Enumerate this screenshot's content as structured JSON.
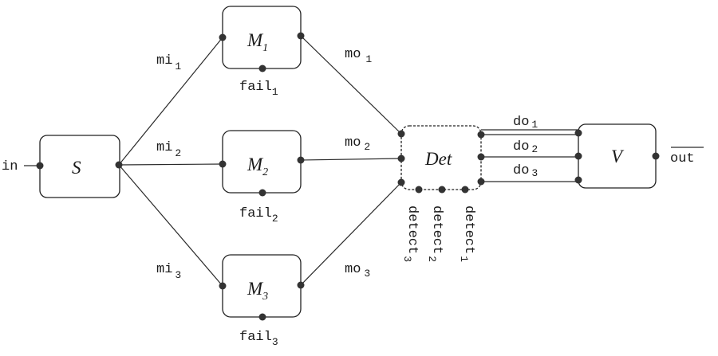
{
  "blocks": {
    "s": {
      "label": "S"
    },
    "m1": {
      "label": "M",
      "sub": "1"
    },
    "m2": {
      "label": "M",
      "sub": "2"
    },
    "m3": {
      "label": "M",
      "sub": "3"
    },
    "det": {
      "label": "Det"
    },
    "v": {
      "label": "V"
    }
  },
  "signals": {
    "in": "in",
    "out": "out",
    "mi1": {
      "base": "mi",
      "sub": "1"
    },
    "mi2": {
      "base": "mi",
      "sub": "2"
    },
    "mi3": {
      "base": "mi",
      "sub": "3"
    },
    "mo1": {
      "base": "mo",
      "sub": "1"
    },
    "mo2": {
      "base": "mo",
      "sub": "2"
    },
    "mo3": {
      "base": "mo",
      "sub": "3"
    },
    "fail1": {
      "base": "fail",
      "sub": "1"
    },
    "fail2": {
      "base": "fail",
      "sub": "2"
    },
    "fail3": {
      "base": "fail",
      "sub": "3"
    },
    "do1": {
      "base": "do",
      "sub": "1"
    },
    "do2": {
      "base": "do",
      "sub": "2"
    },
    "do3": {
      "base": "do",
      "sub": "3"
    },
    "detect1": {
      "base": "detect",
      "sub": "1"
    },
    "detect2": {
      "base": "detect",
      "sub": "2"
    },
    "detect3": {
      "base": "detect",
      "sub": "3"
    }
  }
}
